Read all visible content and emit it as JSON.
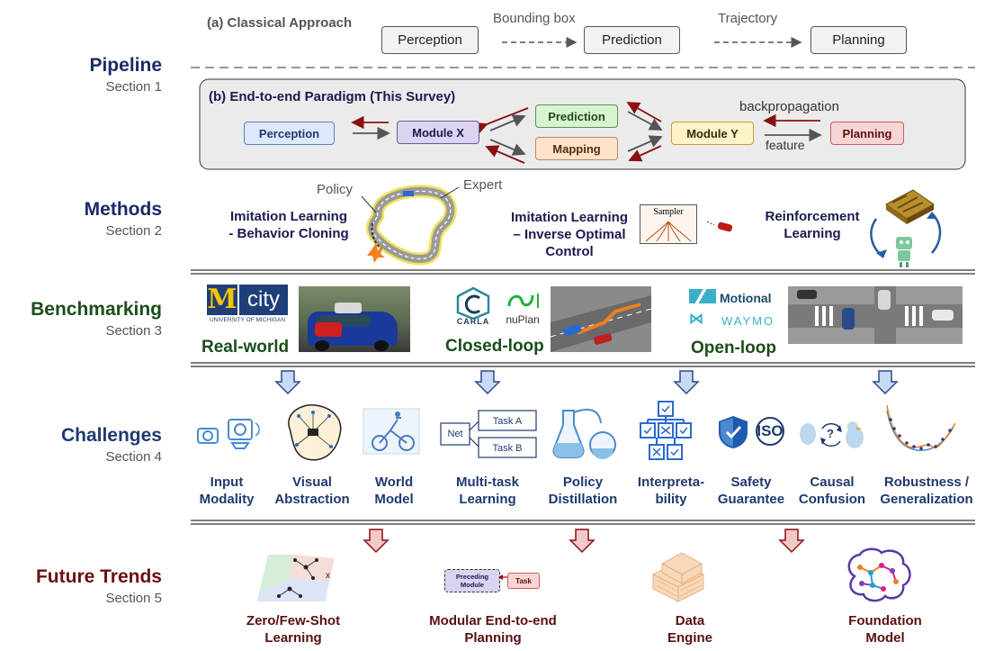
{
  "sections": {
    "pipeline": {
      "title": "Pipeline",
      "sub": "Section 1",
      "color": "#1a2a6c"
    },
    "methods": {
      "title": "Methods",
      "sub": "Section 2",
      "color": "#1a2a6c"
    },
    "benchmarking": {
      "title": "Benchmarking",
      "sub": "Section 3",
      "color": "#1b4d1b"
    },
    "challenges": {
      "title": "Challenges",
      "sub": "Section 4",
      "color": "#1f3a6e"
    },
    "future": {
      "title": "Future Trends",
      "sub": "Section 5",
      "color": "#6b0f0f"
    }
  },
  "classical": {
    "heading": "(a) Classical Approach",
    "boxes": [
      "Perception",
      "Prediction",
      "Planning"
    ],
    "edge1": "Bounding box",
    "edge2": "Trajectory"
  },
  "e2e": {
    "heading": "(b) End-to-end Paradigm (This Survey)",
    "perception": "Perception",
    "module_x": "Module X",
    "prediction": "Prediction",
    "mapping": "Mapping",
    "module_y": "Module Y",
    "planning": "Planning",
    "backprop": "backpropagation",
    "feature": "feature"
  },
  "methods": {
    "il_bc": "Imitation Learning\n- Behavior Cloning",
    "policy": "Policy",
    "expert": "Expert",
    "il_ioc": "Imitation Learning\n– Inverse Optimal\nControl",
    "sampler": "Sampler",
    "rl": "Reinforcement\nLearning"
  },
  "benchmarking": {
    "mcity_m": "M",
    "mcity_city": "city",
    "mcity_univ": "UNIVERSITY OF MICHIGAN",
    "real_world": "Real-world",
    "carla": "CARLA",
    "nuplan": "nuPlan",
    "closed_loop": "Closed-loop",
    "motional": "Motional",
    "waymo": "WAYMO",
    "open_loop": "Open-loop"
  },
  "challenges": {
    "net": "Net",
    "task_a": "Task A",
    "task_b": "Task B",
    "iso": "ISO",
    "items": [
      "Input\nModality",
      "Visual\nAbstraction",
      "World\nModel",
      "Multi-task\nLearning",
      "Policy\nDistillation",
      "Interpreta-\nbility",
      "Safety\nGuarantee",
      "Causal\nConfusion",
      "Robustness /\nGeneralization"
    ]
  },
  "future": {
    "preceding_module": "Preceding\nModule",
    "task": "Task",
    "items": [
      "Zero/Few-Shot\nLearning",
      "Modular End-to-end\nPlanning",
      "Data\nEngine",
      "Foundation\nModel"
    ]
  },
  "colors": {
    "perception": "#dde8fb",
    "module_x": "#dcd3f0",
    "prediction": "#d9f2d0",
    "mapping": "#fde3cc",
    "module_y": "#fdf2c8",
    "planning": "#f9d4d4",
    "arrow_red": "#8b1010",
    "arrow_gray": "#555555",
    "blue_arrow": "#c8daf5",
    "red_arrow": "#f5c8c8"
  }
}
